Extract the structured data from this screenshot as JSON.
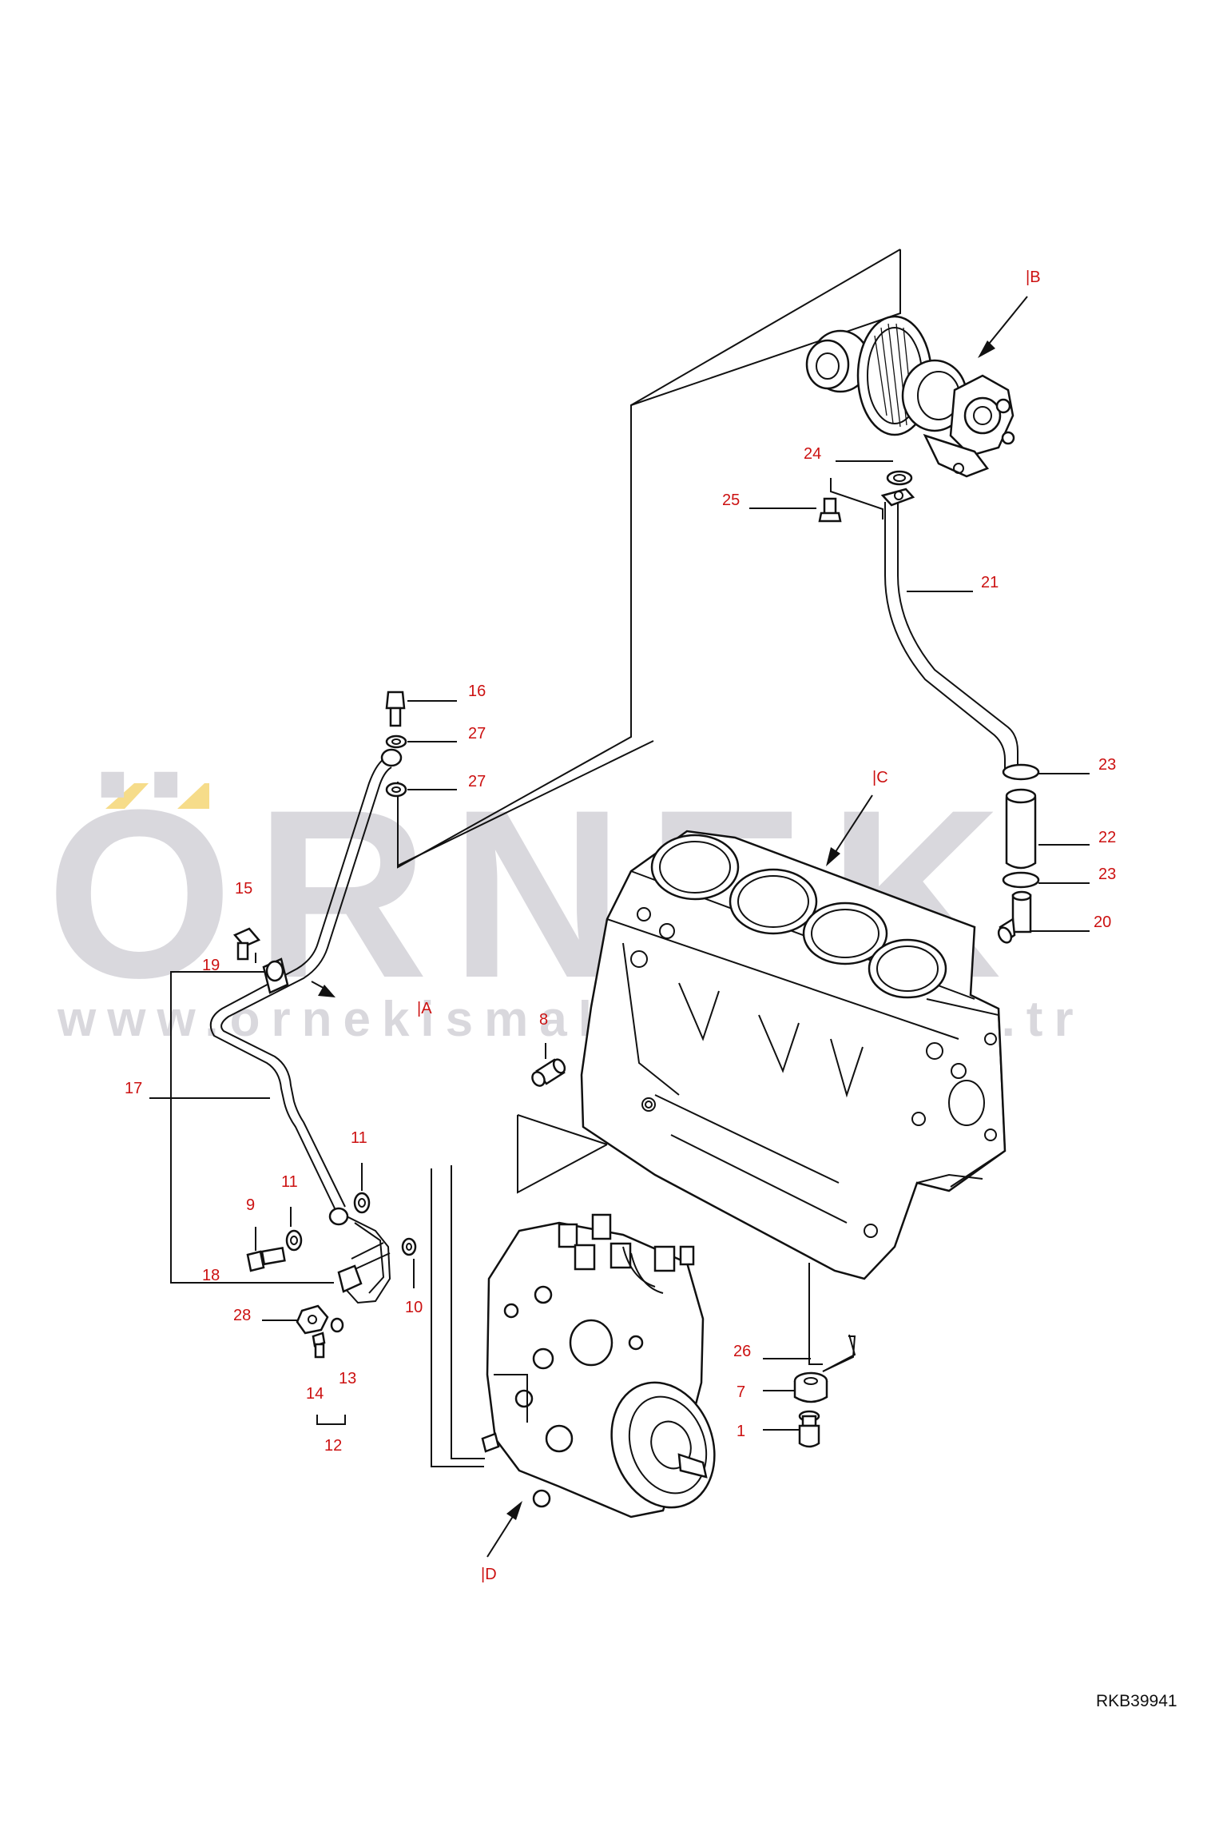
{
  "watermark": {
    "brand": "ÖRNEK",
    "url": "www.ornekismakinalari.com.tr",
    "accent_color": "#f6dc8a",
    "text_color": "#d9d8dd"
  },
  "drawing_code": "RKB39941",
  "label_color": "#cc1111",
  "references": {
    "A": "|A",
    "B": "|B",
    "C": "|C",
    "D": "|D"
  },
  "callouts": {
    "c1": "1",
    "c7": "7",
    "c8": "8",
    "c9": "9",
    "c10": "10",
    "c11a": "11",
    "c11b": "11",
    "c12": "12",
    "c13": "13",
    "c14": "14",
    "c15": "15",
    "c16": "16",
    "c17": "17",
    "c18": "18",
    "c19": "19",
    "c20": "20",
    "c21": "21",
    "c22": "22",
    "c23a": "23",
    "c23b": "23",
    "c24": "24",
    "c25": "25",
    "c26": "26",
    "c27a": "27",
    "c27b": "27",
    "c28": "28"
  },
  "components": {
    "turbocharger": "turbocharger",
    "engine_block": "cylinder block",
    "injection_pump": "fuel injection pump"
  }
}
